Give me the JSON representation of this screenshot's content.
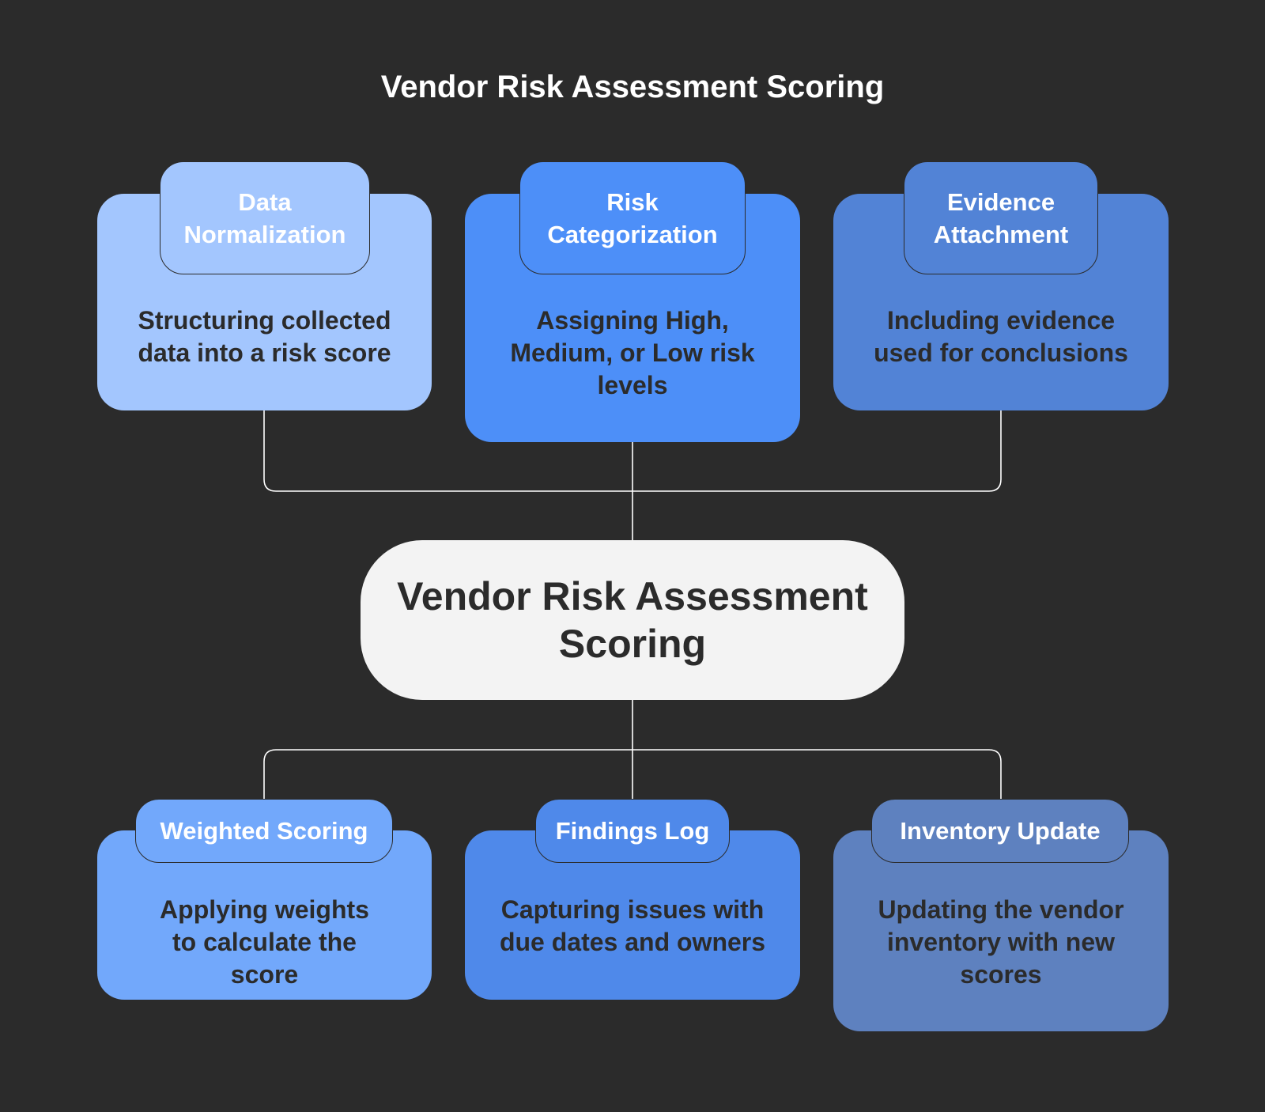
{
  "title": "Vendor Risk Assessment Scoring",
  "center": {
    "label": "Vendor Risk Assessment Scoring"
  },
  "top": [
    {
      "tab": "Data Normalization",
      "description": "Structuring collected data into a risk score",
      "card_color": "#a3c6fe",
      "tab_color": "#a3c6fe"
    },
    {
      "tab": "Risk Categorization",
      "description": "Assigning High, Medium, or Low risk levels",
      "card_color": "#4d8ff8",
      "tab_color": "#4d8ff8"
    },
    {
      "tab": "Evidence Attachment",
      "description": "Including evidence used for conclusions",
      "card_color": "#5283d6",
      "tab_color": "#5283d6"
    }
  ],
  "bottom": [
    {
      "tab": "Weighted Scoring",
      "description": "Applying weights to calculate the score",
      "card_color": "#72a8fb",
      "tab_color": "#72a8fb"
    },
    {
      "tab": "Findings Log",
      "description": "Capturing issues with due dates and owners",
      "card_color": "#4f89ea",
      "tab_color": "#4f89ea"
    },
    {
      "tab": "Inventory Update",
      "description": "Updating the vendor inventory with new scores",
      "card_color": "#5e81bf",
      "tab_color": "#5e81bf"
    }
  ]
}
